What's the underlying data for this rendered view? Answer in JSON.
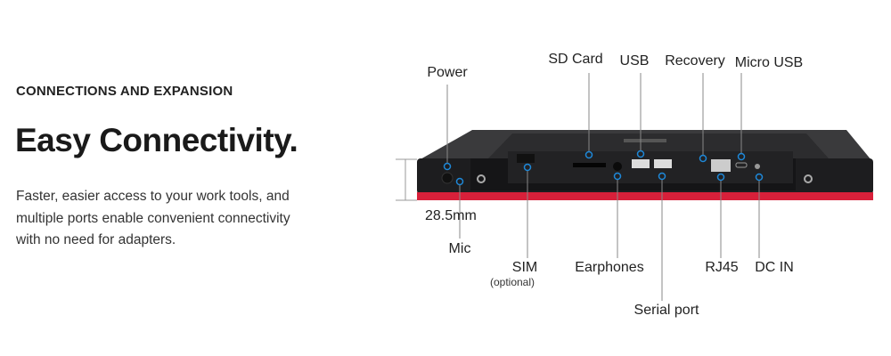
{
  "section": {
    "eyebrow": "CONNECTIONS AND EXPANSION",
    "title": "Easy Connectivity.",
    "description": "Faster, easier access to your work tools, and multiple ports enable convenient connectivity with no need for adapters."
  },
  "device": {
    "thickness": "28.5mm",
    "ports": {
      "power": "Power",
      "sd_card": "SD Card",
      "usb": "USB",
      "recovery": "Recovery",
      "micro_usb": "Micro USB",
      "mic": "Mic",
      "sim": "SIM",
      "sim_note": "(optional)",
      "earphones": "Earphones",
      "serial": "Serial port",
      "rj45": "RJ45",
      "dc_in": "DC IN"
    },
    "colors": {
      "body": "#2a2a2c",
      "accent": "#d8203a",
      "marker": "#1e88d8"
    }
  }
}
